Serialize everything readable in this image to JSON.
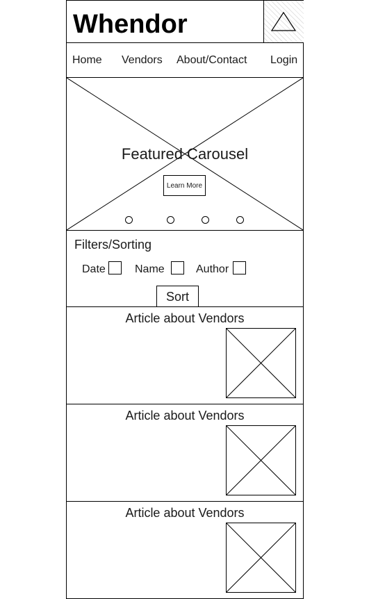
{
  "header": {
    "brand": "Whendor",
    "logo_icon": "triangle-icon"
  },
  "nav": {
    "items": [
      {
        "label": "Home"
      },
      {
        "label": "Vendors"
      },
      {
        "label": "About/Contact"
      },
      {
        "label": "Login"
      }
    ]
  },
  "carousel": {
    "title": "Featured Carousel",
    "button_label": "Learn More",
    "image_icon": "image-placeholder-icon",
    "slide_count": 4
  },
  "filters": {
    "title": "Filters/Sorting",
    "options": [
      {
        "label": "Date",
        "checked": false
      },
      {
        "label": "Name",
        "checked": false
      },
      {
        "label": "Author",
        "checked": false
      }
    ],
    "sort_label": "Sort"
  },
  "articles": [
    {
      "title": "Article about Vendors",
      "image_icon": "image-placeholder-icon"
    },
    {
      "title": "Article about Vendors",
      "image_icon": "image-placeholder-icon"
    },
    {
      "title": "Article about Vendors",
      "image_icon": "image-placeholder-icon"
    }
  ],
  "colors": {
    "stroke": "#000000",
    "text": "#1a1a1a",
    "background": "#ffffff",
    "hatch": "#e2e2e2"
  }
}
